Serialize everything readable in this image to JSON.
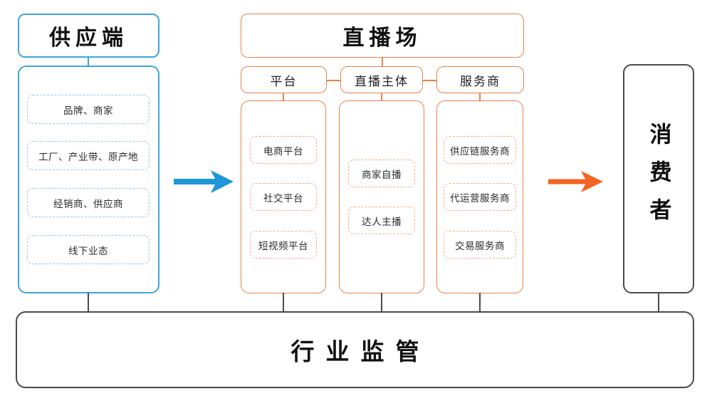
{
  "diagram": {
    "title_hidden": "",
    "colors": {
      "blue": "#3CA5DC",
      "blue_dash": "#8FC8E6",
      "orange": "#E8834A",
      "orange_dash": "#EFAE8C",
      "gray": "#4A4A4A",
      "arrow_blue": "#1E96D8",
      "arrow_orange": "#F26522",
      "background": "#FFFFFF"
    }
  },
  "supply": {
    "header": "供应端",
    "items": [
      {
        "label": "品牌、商家"
      },
      {
        "label": "工厂、产业带、原产地"
      },
      {
        "label": "经销商、供应商"
      },
      {
        "label": "线下业态"
      }
    ]
  },
  "live": {
    "header": "直播场",
    "columns": [
      {
        "header": "平台",
        "items": [
          {
            "label": "电商平台"
          },
          {
            "label": "社交平台"
          },
          {
            "label": "短视频平台"
          }
        ]
      },
      {
        "header": "直播主体",
        "items": [
          {
            "label": "商家自播"
          },
          {
            "label": "达人主播"
          }
        ]
      },
      {
        "header": "服务商",
        "items": [
          {
            "label": "供应链服务商"
          },
          {
            "label": "代运营服务商"
          },
          {
            "label": "交易服务商"
          }
        ]
      }
    ]
  },
  "consumer": {
    "label": "消费者"
  },
  "regulation": {
    "label": "行业监管"
  },
  "arrows": [
    {
      "name": "supply-to-live",
      "color": "#1E96D8"
    },
    {
      "name": "live-to-consumer",
      "color": "#F26522"
    }
  ]
}
